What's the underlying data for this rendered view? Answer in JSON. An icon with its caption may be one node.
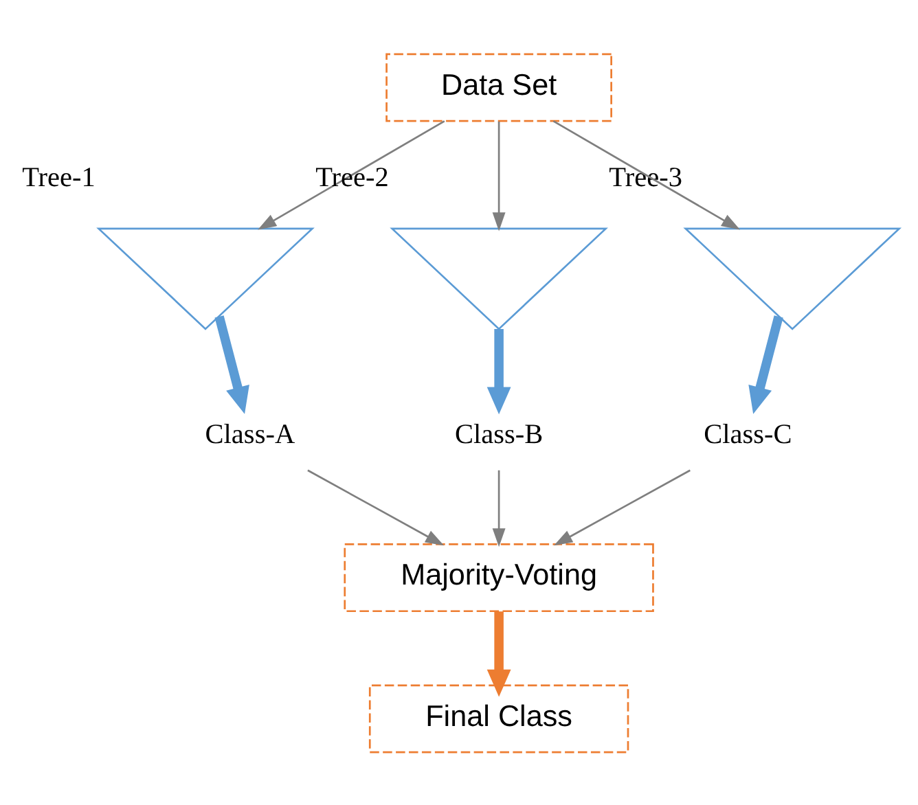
{
  "diagram": {
    "nodes": [
      {
        "text": [
          "Data Set"
        ]
      },
      {
        "text": [],
        "shape": "picture",
        "beside": [
          "Tree-1"
        ]
      },
      {
        "text": [],
        "shape": "picture",
        "beside": [
          "Tree-2"
        ]
      },
      {
        "text": [],
        "shape": "picture",
        "beside": [
          "Tree-3"
        ]
      },
      {
        "text": [
          "Class-A"
        ]
      },
      {
        "text": [
          "Class-B"
        ]
      },
      {
        "text": [
          "Class-C"
        ]
      },
      {
        "text": [
          "Majority-Voting"
        ]
      },
      {
        "text": [
          "Final Class"
        ]
      }
    ],
    "edges": [
      {
        "from": 0,
        "to": 1,
        "arrow": "to"
      },
      {
        "from": 0,
        "to": 2,
        "arrow": "to"
      },
      {
        "from": 0,
        "to": 3,
        "arrow": "to"
      },
      {
        "from": 1,
        "to": 4,
        "arrow": "to",
        "style": "thick",
        "color": "#5b9bd5"
      },
      {
        "from": 2,
        "to": 5,
        "arrow": "to",
        "style": "thick",
        "color": "#5b9bd5"
      },
      {
        "from": 3,
        "to": 6,
        "arrow": "to",
        "style": "thick",
        "color": "#5b9bd5"
      },
      {
        "from": 4,
        "to": 7,
        "arrow": "to"
      },
      {
        "from": 5,
        "to": 7,
        "arrow": "to"
      },
      {
        "from": 6,
        "to": 7,
        "arrow": "to"
      },
      {
        "from": 7,
        "to": 8,
        "arrow": "to",
        "style": "thick",
        "color": "#ed7d31"
      }
    ]
  }
}
